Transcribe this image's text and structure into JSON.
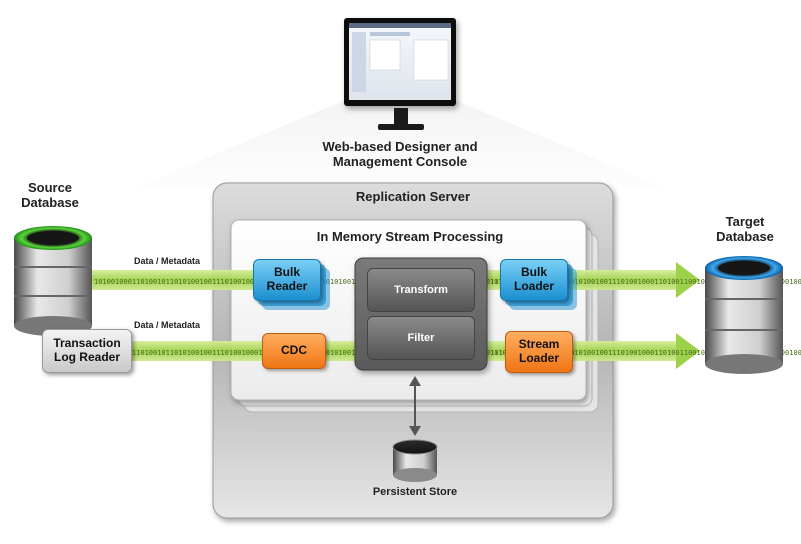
{
  "console": {
    "label_line1": "Web-based Designer and",
    "label_line2": "Management Console"
  },
  "source": {
    "label_line1": "Source",
    "label_line2": "Database"
  },
  "target": {
    "label_line1": "Target",
    "label_line2": "Database"
  },
  "server": {
    "title": "Replication Server"
  },
  "memory": {
    "title": "In Memory Stream Processing"
  },
  "flows": {
    "upper_label": "Data / Metadata",
    "lower_label": "Data / Metadata"
  },
  "components": {
    "bulk_reader_line1": "Bulk",
    "bulk_reader_line2": "Reader",
    "cdc": "CDC",
    "transform": "Transform",
    "filter": "Filter",
    "bulk_loader_line1": "Bulk",
    "bulk_loader_line2": "Loader",
    "stream_loader_line1": "Stream",
    "stream_loader_line2": "Loader",
    "transaction_log_reader_line1": "Transaction",
    "transaction_log_reader_line2": "Log Reader"
  },
  "persistent_store": {
    "label": "Persistent Store"
  },
  "binary_stream_text": "1010010001101001011010100100111010010001101001100101011010100100111010010001101001011010100100111010010001101",
  "colors": {
    "accent_blue": "#1b8fd0",
    "accent_orange": "#ef7514",
    "flow_green": "#9fd04a"
  },
  "icons": [
    "monitor-icon",
    "database-icon",
    "storage-icon",
    "arrow-right-icon",
    "arrow-double-vertical-icon"
  ]
}
